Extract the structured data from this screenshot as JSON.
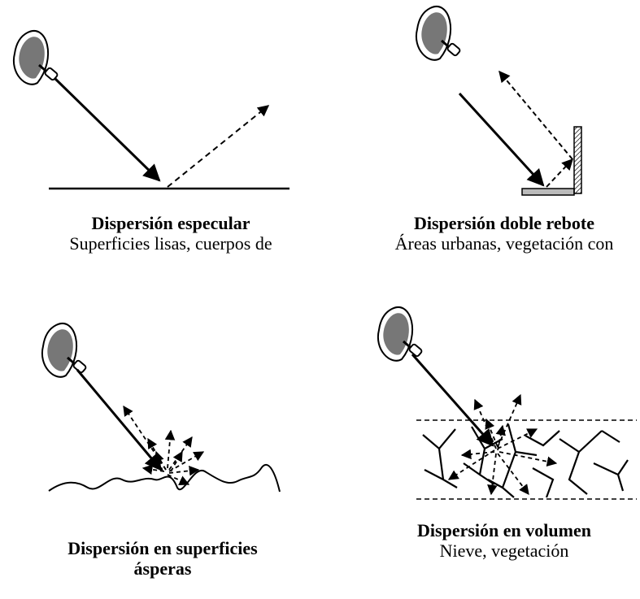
{
  "panels": {
    "specular": {
      "title": "Dispersión especular",
      "subtitle": "Superficies lisas, cuerpos de"
    },
    "double": {
      "title": "Dispersión doble rebote",
      "subtitle": "Áreas urbanas, vegetación con"
    },
    "rough": {
      "title": "Dispersión en superficies\násperas",
      "subtitle": ""
    },
    "volume": {
      "title": "Dispersión en volumen",
      "subtitle": "Nieve, vegetación"
    }
  },
  "legend": {
    "incident": "solid arrow",
    "scattered": "dashed arrow",
    "antenna_icon": "radar-dish-icon"
  },
  "colors": {
    "ink": "#000000",
    "dish_fill": "#777777",
    "surface_fill": "#bbbbbb"
  }
}
